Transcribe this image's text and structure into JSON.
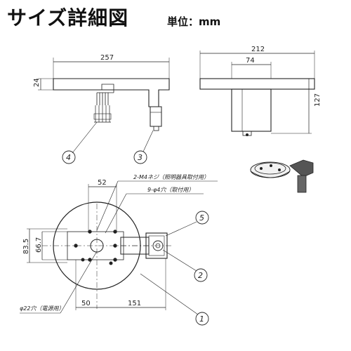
{
  "header": {
    "title": "サイズ詳細図",
    "unit": "単位：mm"
  },
  "dimensions": {
    "side_width": "257",
    "side_height": "24",
    "front_width": "212",
    "front_inner": "74",
    "front_height": "127",
    "top_spacing": "52",
    "top_h1": "83.5",
    "top_h2": "66.7",
    "bottom_left": "50",
    "bottom_right": "151"
  },
  "notes": {
    "screw": "2-M4ネジ（照明器具取付用）",
    "holes": "9-φ4穴（取付用）",
    "hole22": "φ22穴（電源用）"
  },
  "callouts": [
    "1",
    "2",
    "3",
    "4",
    "5"
  ]
}
